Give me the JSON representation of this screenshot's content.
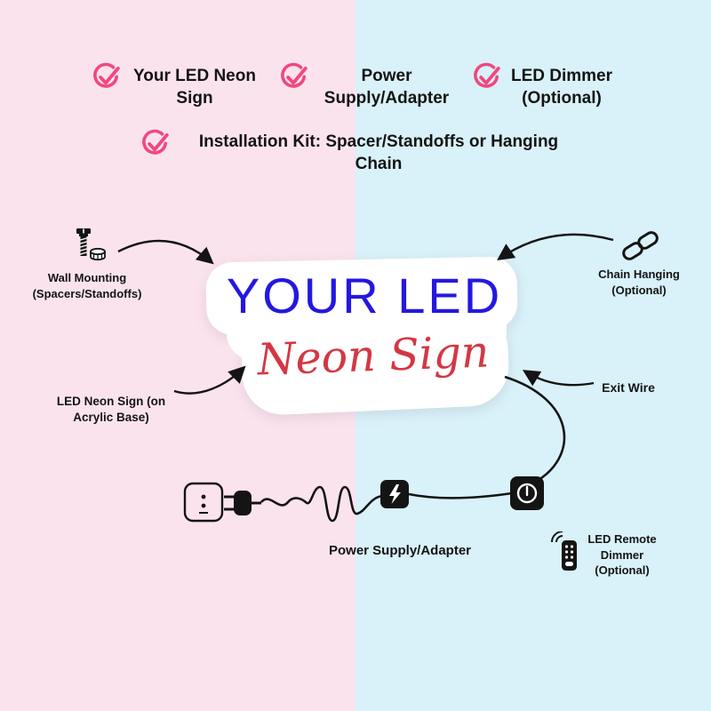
{
  "palette": {
    "bg_left": "#fbe3ee",
    "bg_right": "#d9f1f8",
    "accent_pink": "#f0487f",
    "sign_blue": "#2418e0",
    "sign_red": "#d43744",
    "ink": "#141414"
  },
  "checklist": {
    "items": [
      "Your LED Neon Sign",
      "Power Supply/Adapter",
      "LED Dimmer (Optional)",
      "Installation Kit: Spacer/Standoffs or Hanging Chain"
    ]
  },
  "sign": {
    "title": "YOUR LED",
    "subtitle": "Neon Sign"
  },
  "callouts": {
    "wall_mounting": "Wall Mounting (Spacers/Standoffs)",
    "chain_hanging": "Chain Hanging (Optional)",
    "led_neon_sign": "LED Neon Sign (on Acrylic Base)",
    "exit_wire": "Exit Wire",
    "power_supply": "Power Supply/Adapter",
    "remote_dimmer": "LED Remote Dimmer (Optional)"
  },
  "icons": {
    "check": "check-icon",
    "screw": "screw-icon",
    "chain": "chain-link-icon",
    "socket": "wall-socket-icon",
    "plug": "plug-icon",
    "adapter": "power-adapter-icon",
    "dimmer": "inline-dimmer-icon",
    "remote": "remote-control-icon"
  }
}
